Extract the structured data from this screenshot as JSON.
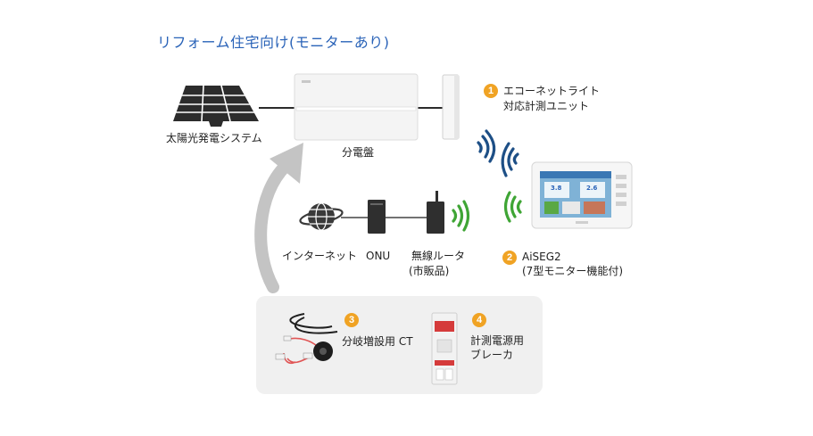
{
  "title": "リフォーム住宅向け(モニターあり)",
  "nodes": {
    "solar": {
      "label": "太陽光発電システム",
      "icon": "solar-panel-icon"
    },
    "distribution_board": {
      "label": "分電盤",
      "icon": "distribution-board-icon"
    },
    "measurement_unit": {
      "number": "1",
      "label_line1": "エコーネットライト",
      "label_line2": "対応計測ユニット",
      "icon": "measurement-unit-icon"
    },
    "aiseg": {
      "number": "2",
      "label_line1": "AiSEG2",
      "label_line2": "(7型モニター機能付)",
      "icon": "monitor-icon"
    },
    "internet": {
      "label": "インターネット",
      "icon": "globe-icon"
    },
    "onu": {
      "label": "ONU",
      "icon": "onu-icon"
    },
    "router": {
      "label_line1": "無線ルータ",
      "label_line2": "(市販品)",
      "icon": "router-icon"
    },
    "ct": {
      "number": "3",
      "label": "分岐増設用 CT",
      "icon": "ct-sensor-icon"
    },
    "breaker": {
      "number": "4",
      "label_line1": "計測電源用",
      "label_line2": "ブレーカ",
      "icon": "breaker-icon"
    }
  },
  "monitor_screen": {
    "value1": "3.8",
    "value2": "2.6"
  },
  "colors": {
    "title": "#2a63b8",
    "badge": "#f0a324",
    "wifi_blue": "#1d4f86",
    "wifi_green": "#3fa535",
    "arrow": "#c4c4c4",
    "panel": "#f0f0f0"
  }
}
